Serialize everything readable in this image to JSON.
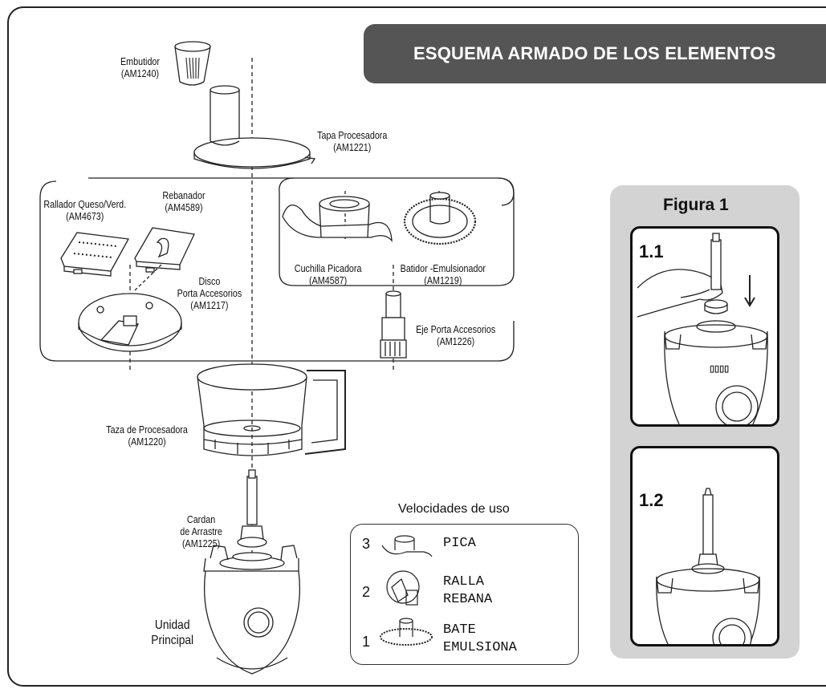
{
  "title": "ESQUEMA ARMADO DE LOS ELEMENTOS",
  "parts": {
    "embutidor": {
      "name": "Embutidor",
      "code": "(AM1240)"
    },
    "tapa": {
      "name": "Tapa Procesadora",
      "code": "(AM1221)"
    },
    "rallador": {
      "name": "Rallador Queso/Verd.",
      "code": "(AM4673)"
    },
    "rebanador": {
      "name": "Rebanador",
      "code": "(AM4589)"
    },
    "disco": {
      "name1": "Disco",
      "name2": "Porta Accesorios",
      "code": "(AM1217)"
    },
    "cuchilla": {
      "name": "Cuchilla Picadora",
      "code": "(AM4587)"
    },
    "batidor": {
      "name": "Batidor -Emulsionador",
      "code": "(AM1219)"
    },
    "eje": {
      "name": "Eje Porta Accesorios",
      "code": "(AM1226)"
    },
    "taza": {
      "name": "Taza de Procesadora",
      "code": "(AM1220)"
    },
    "cardan": {
      "name1": "Cardan",
      "name2": "de Arrastre",
      "code": "(AM1225)"
    },
    "unidad": {
      "name1": "Unidad",
      "name2": "Principal"
    }
  },
  "speeds": {
    "heading": "Velocidades de uso",
    "items": [
      {
        "num": "3",
        "line1": "PICA",
        "line2": ""
      },
      {
        "num": "2",
        "line1": "RALLA",
        "line2": "REBANA"
      },
      {
        "num": "1",
        "line1": "BATE",
        "line2": "EMULSIONA"
      }
    ]
  },
  "figure": {
    "title": "Figura 1",
    "step1": "1.1",
    "step2": "1.2"
  }
}
